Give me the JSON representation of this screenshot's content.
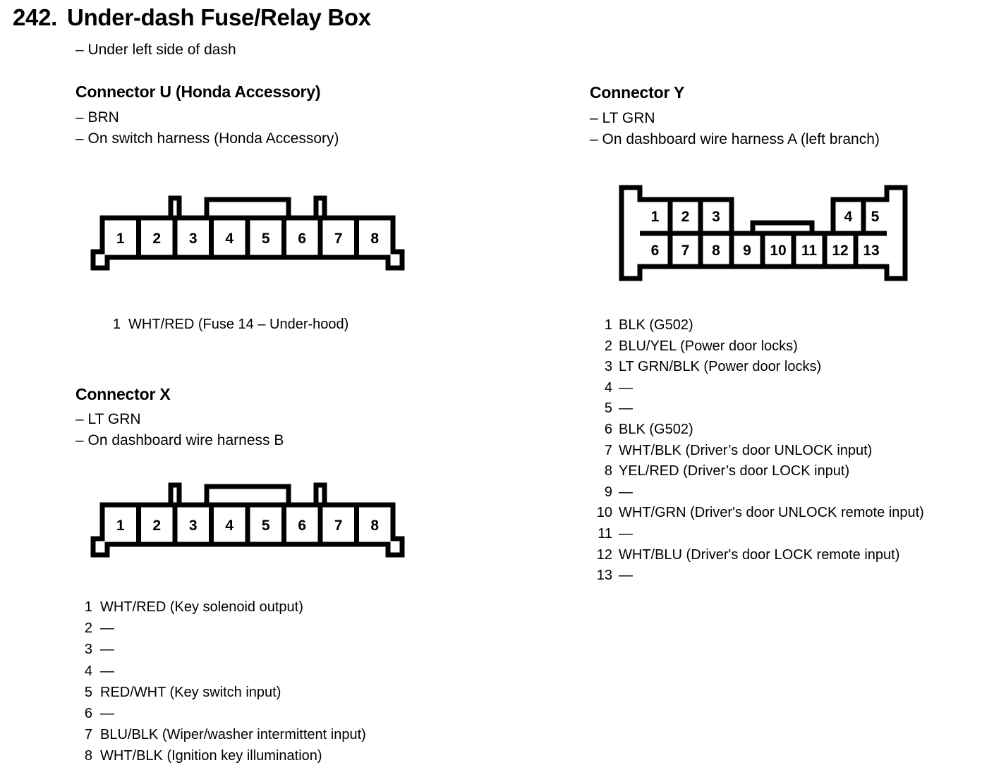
{
  "page": {
    "number": "242.",
    "title": "Under-dash Fuse/Relay Box",
    "subtitle": "– Under left side of dash"
  },
  "connector_u": {
    "title": "Connector U (Honda Accessory)",
    "note_color": "– BRN",
    "note_harness": "– On switch harness (Honda Accessory)",
    "diagram": {
      "rows": 1,
      "pins": [
        "1",
        "2",
        "3",
        "4",
        "5",
        "6",
        "7",
        "8"
      ]
    },
    "pins": [
      {
        "n": "1",
        "desc": "WHT/RED (Fuse 14 – Under-hood)"
      }
    ]
  },
  "connector_x": {
    "title": "Connector X",
    "note_color": "– LT GRN",
    "note_harness": "– On dashboard wire harness B",
    "diagram": {
      "rows": 1,
      "pins": [
        "1",
        "2",
        "3",
        "4",
        "5",
        "6",
        "7",
        "8"
      ]
    },
    "pins": [
      {
        "n": "1",
        "desc": "WHT/RED (Key solenoid output)"
      },
      {
        "n": "2",
        "desc": "—"
      },
      {
        "n": "3",
        "desc": "—"
      },
      {
        "n": "4",
        "desc": "—"
      },
      {
        "n": "5",
        "desc": "RED/WHT (Key switch input)"
      },
      {
        "n": "6",
        "desc": "—"
      },
      {
        "n": "7",
        "desc": "BLU/BLK (Wiper/washer intermittent input)"
      },
      {
        "n": "8",
        "desc": "WHT/BLK (Ignition key illumination)"
      }
    ]
  },
  "connector_y": {
    "title": "Connector Y",
    "note_color": "– LT GRN",
    "note_harness": "– On dashboard wire harness A (left branch)",
    "diagram": {
      "rows": 2,
      "top_row": [
        "1",
        "2",
        "3",
        "",
        "",
        "",
        "4",
        "5"
      ],
      "bottom_row": [
        "6",
        "7",
        "8",
        "9",
        "10",
        "11",
        "12",
        "13"
      ]
    },
    "pins": [
      {
        "n": "1",
        "desc": "BLK (G502)"
      },
      {
        "n": "2",
        "desc": "BLU/YEL (Power door locks)"
      },
      {
        "n": "3",
        "desc": "LT GRN/BLK (Power door locks)"
      },
      {
        "n": "4",
        "desc": "—"
      },
      {
        "n": "5",
        "desc": "—"
      },
      {
        "n": "6",
        "desc": "BLK (G502)"
      },
      {
        "n": "7",
        "desc": "WHT/BLK (Driver’s door UNLOCK input)"
      },
      {
        "n": "8",
        "desc": "YEL/RED (Driver’s door LOCK input)"
      },
      {
        "n": "9",
        "desc": "—"
      },
      {
        "n": "10",
        "desc": "WHT/GRN (Driver's door UNLOCK remote input)"
      },
      {
        "n": "11",
        "desc": "—"
      },
      {
        "n": "12",
        "desc": "WHT/BLU (Driver's door LOCK remote input)"
      },
      {
        "n": "13",
        "desc": "—"
      }
    ]
  }
}
